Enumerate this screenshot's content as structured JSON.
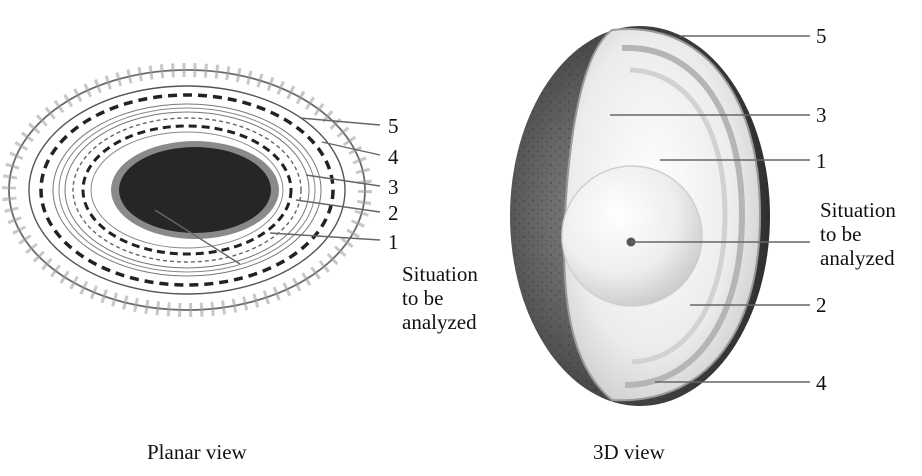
{
  "planar": {
    "caption": "Planar view",
    "labels": [
      "5",
      "4",
      "3",
      "2",
      "1"
    ],
    "situation": [
      "Situation",
      "to be",
      "analyzed"
    ]
  },
  "threed": {
    "caption": "3D view",
    "labels": [
      "5",
      "3",
      "1",
      "2",
      "4"
    ],
    "situation": [
      "Situation",
      "to be",
      "analyzed"
    ]
  }
}
